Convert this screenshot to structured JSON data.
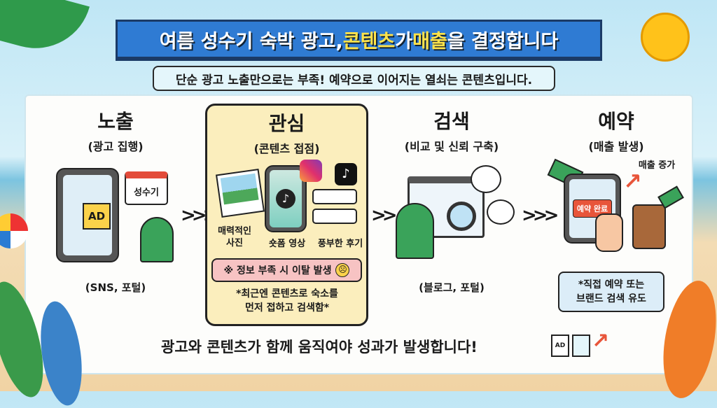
{
  "title": {
    "part1": "여름 성수기 숙박 광고, ",
    "highlight1": "콘텐츠",
    "part2": "가 ",
    "highlight2": "매출",
    "part3": "을 결정합니다"
  },
  "subtitle": "단순 광고 노출만으로는 부족! 예약으로 이어지는 열쇠는 콘텐츠입니다.",
  "stages": [
    {
      "title": "노출",
      "subtitle": "(광고 집행)",
      "labels": [
        "AD",
        "성수기"
      ],
      "caption": "(SNS, 포털)"
    },
    {
      "title": "관심",
      "subtitle": "(콘텐츠 접점)",
      "labels": [
        "매력적인\n사진",
        "숏폼 영상",
        "풍부한 후기"
      ],
      "warning": "※ 정보 부족 시 이탈 발생",
      "note": "*최근엔 콘텐츠로 숙소를\n먼저 접하고 검색함*"
    },
    {
      "title": "검색",
      "subtitle": "(비교 및 신뢰 구축)",
      "caption": "(블로그, 포털)"
    },
    {
      "title": "예약",
      "subtitle": "(매출 발생)",
      "labels": [
        "예약 완료",
        "매출 증가"
      ],
      "note": "*직접 예약 또는\n브랜드 검색 유도"
    }
  ],
  "arrow": ">>>",
  "arrow2": ">>",
  "footer": "광고와 콘텐츠가 함께 움직여야 성과가 발생합니다!",
  "footer_icon_label": "AD",
  "colors": {
    "banner": "#2f7bd3",
    "highlight": "#ffe34a",
    "interest_box": "#fbeebd",
    "warning": "#f7c3c3",
    "booking_button": "#e8553a"
  }
}
